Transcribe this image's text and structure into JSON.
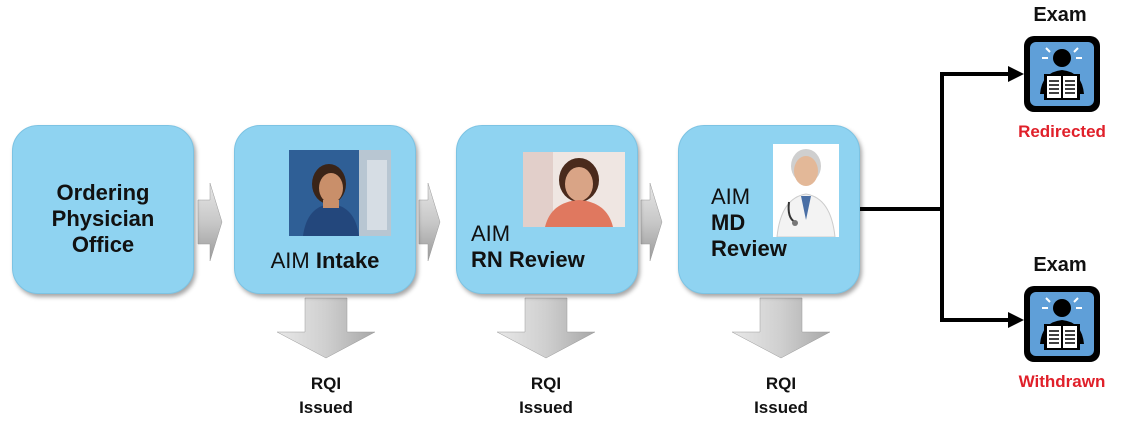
{
  "stages": [
    {
      "lines": [
        "Ordering",
        "Physician",
        "Office"
      ]
    },
    {
      "prefix": "AIM",
      "bold": "Intake"
    },
    {
      "prefix": "AIM",
      "bold": "RN Review"
    },
    {
      "prefix": "AIM",
      "bold_lines": [
        "MD",
        "Review"
      ]
    }
  ],
  "rqi": [
    {
      "line1": "RQI",
      "line2": "Issued"
    },
    {
      "line1": "RQI",
      "line2": "Issued"
    },
    {
      "line1": "RQI",
      "line2": "Issued"
    }
  ],
  "outcomes": [
    {
      "title": "Exam",
      "status": "Redirected"
    },
    {
      "title": "Exam",
      "status": "Withdrawn"
    }
  ],
  "colors": {
    "box": "#8fd3f1",
    "status": "#e0202a",
    "arrow": "#b8b8b8"
  }
}
